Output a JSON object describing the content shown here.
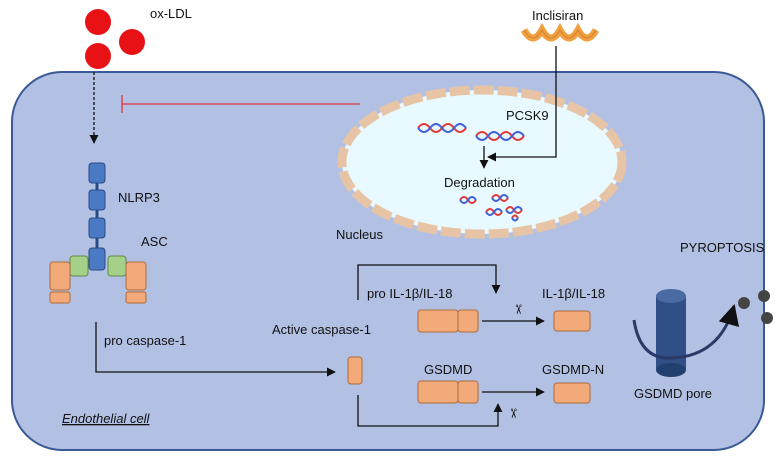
{
  "labels": {
    "ox_ldl": "ox-LDL",
    "inclisiran": "Inclisiran",
    "pcsk9": "PCSK9",
    "degradation": "Degradation",
    "nucleus": "Nucleus",
    "nlrp3": "NLRP3",
    "asc": "ASC",
    "pro_caspase": "pro caspase-1",
    "active_caspase": "Active caspase-1",
    "pro_il": "pro IL-1β/IL-18",
    "il": "IL-1β/IL-18",
    "gsdmd": "GSDMD",
    "gsdmd_n": "GSDMD-N",
    "gsdmd_pore": "GSDMD pore",
    "pyroptosis": "PYROPTOSIS",
    "endothelial_cell": "Endothelial cell",
    "scissors_glyph": "✂"
  },
  "colors": {
    "cell_fill": "#b2c1e3",
    "cell_stroke": "#3a5a96",
    "nucleus_fill": "#e8faff",
    "nucleus_stroke": "#e8c4a6",
    "ldl_red": "#e81216",
    "inhibit_red": "#e0333c",
    "nlrp3_blue": "#4a7ac4",
    "asc_green": "#a4d08a",
    "caspase_orange": "#f2aa7a",
    "inclisiran_orange": "#f0a040",
    "pore_navy": "#2f4f86",
    "product_gray": "#444444"
  }
}
